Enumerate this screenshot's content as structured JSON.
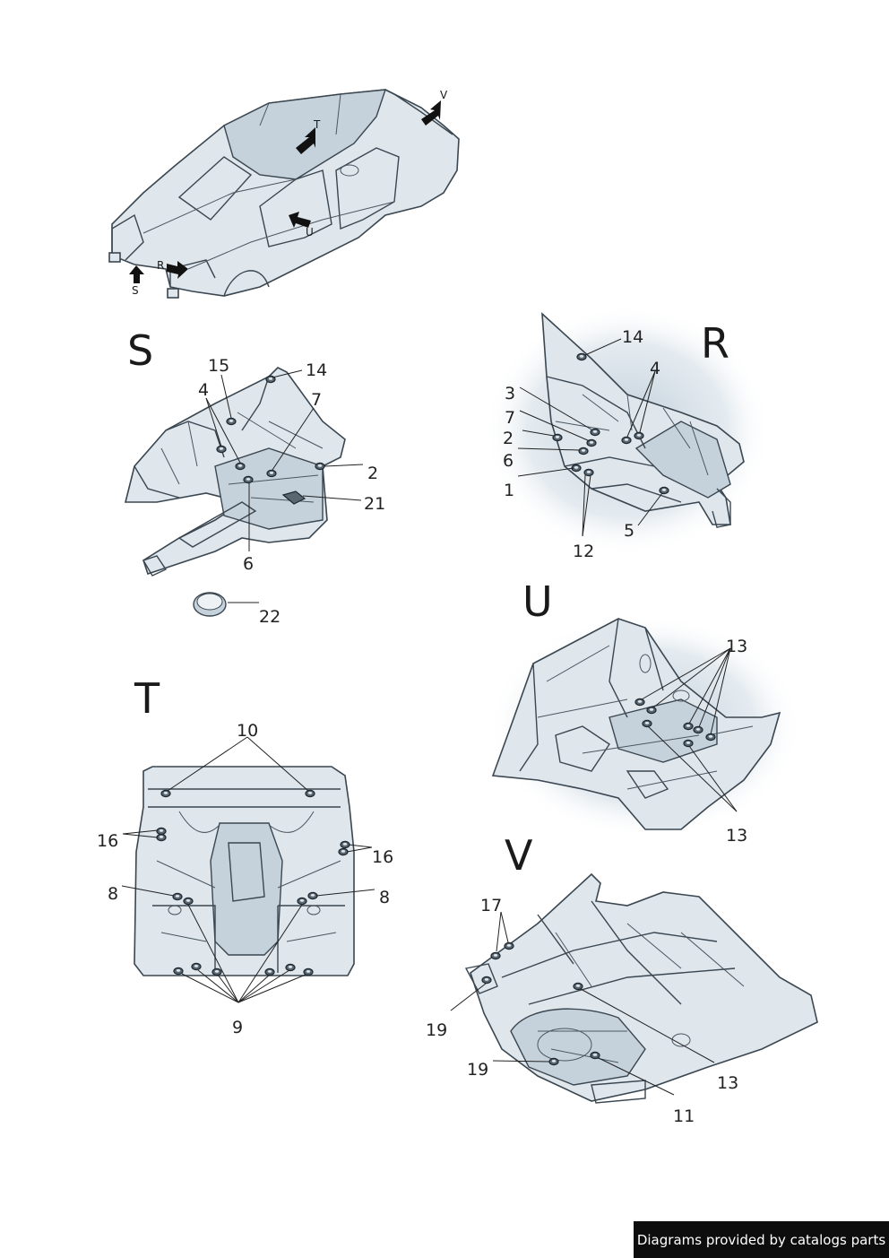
{
  "views": {
    "overview": {
      "arrows": [
        "T",
        "V",
        "U",
        "R",
        "S"
      ]
    },
    "S": {
      "label": "S",
      "callouts": [
        "15",
        "14",
        "4",
        "7",
        "2",
        "21",
        "6",
        "22"
      ]
    },
    "R": {
      "label": "R",
      "callouts": [
        "14",
        "4",
        "3",
        "7",
        "2",
        "6",
        "1",
        "5",
        "12"
      ]
    },
    "U": {
      "label": "U",
      "callouts": [
        "13",
        "13"
      ]
    },
    "T": {
      "label": "T",
      "callouts": [
        "10",
        "16",
        "16",
        "8",
        "8",
        "9"
      ]
    },
    "V": {
      "label": "V",
      "callouts": [
        "17",
        "19",
        "19",
        "13",
        "11"
      ]
    }
  },
  "footer": {
    "credit": "Diagrams provided by catalogs parts"
  },
  "colors": {
    "panel_fill": "#dfe6ec",
    "shadow_tint": "#b9c9d6",
    "outline": "#3a4650",
    "footer_bg": "#0d0d0d"
  }
}
